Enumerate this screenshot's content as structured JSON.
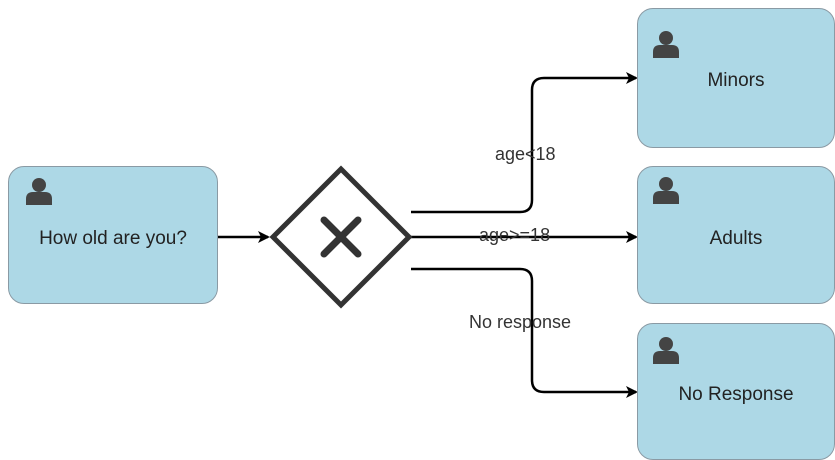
{
  "tasks": {
    "start": {
      "label": "How old are you?",
      "icon": "user-icon"
    },
    "minors": {
      "label": "Minors",
      "icon": "user-icon"
    },
    "adults": {
      "label": "Adults",
      "icon": "user-icon"
    },
    "no_response": {
      "label": "No Response",
      "icon": "user-icon"
    }
  },
  "gateway": {
    "type": "exclusive",
    "icon": "x-icon"
  },
  "edges": {
    "age_under_18": "age<18",
    "age_18_plus": "age>=18",
    "no_response": "No response"
  },
  "colors": {
    "task_fill": "#ADD8E6",
    "task_border": "#8a9aa4",
    "gateway_stroke": "#333333",
    "edge_stroke": "#000000"
  }
}
